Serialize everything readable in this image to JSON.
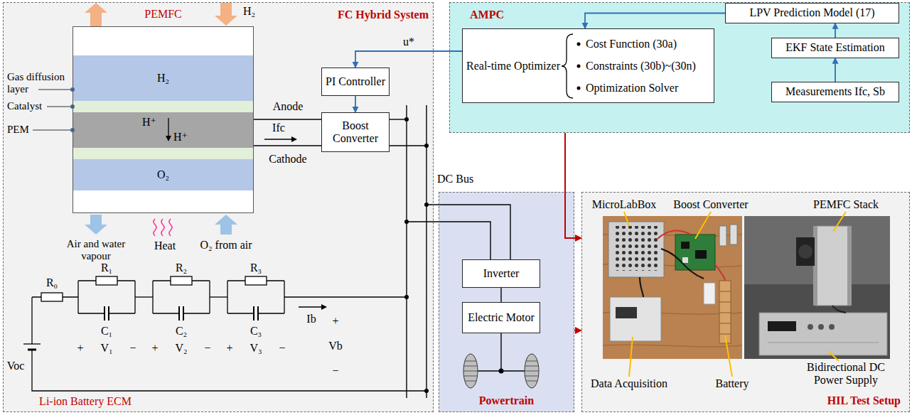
{
  "diagram": {
    "nodes": [
      {
        "text": [
          "FC Hybrid System"
        ]
      },
      {
        "text": [
          "PEMFC"
        ],
        "in": 0
      },
      {
        "text": [
          "H₂"
        ],
        "in": 1
      },
      {
        "text": [
          "H⁺",
          "H⁺"
        ],
        "in": 1
      },
      {
        "text": [
          "O₂"
        ],
        "in": 1
      },
      {
        "text": [
          "PI Controller"
        ],
        "in": 0
      },
      {
        "text": [
          "Boost Converter"
        ],
        "in": 0
      },
      {
        "text": [
          "AMPC"
        ]
      },
      {
        "text": [
          "Real-time Optimizer",
          "Cost Function (30a)",
          "Constraints (30b)~(30n)",
          "Optimization Solver"
        ],
        "in": 7
      },
      {
        "text": [
          "LPV Prediction Model (17)"
        ],
        "in": 7
      },
      {
        "text": [
          "EKF State Estimation"
        ],
        "in": 7
      },
      {
        "text": [
          "Measurements Ifc, Sb"
        ],
        "in": 7
      },
      {
        "text": [
          "Powertrain"
        ]
      },
      {
        "text": [
          "Inverter"
        ],
        "in": 12
      },
      {
        "text": [
          "Electric Motor"
        ],
        "in": 12
      },
      {
        "text": [
          "HIL Test Setup"
        ]
      }
    ],
    "edges": [
      {
        "from": 1,
        "to": 6,
        "arrow": "none"
      },
      {
        "from": 8,
        "to": 5,
        "arrow": "to",
        "label": "u*"
      },
      {
        "from": 5,
        "to": 6,
        "arrow": "to"
      },
      {
        "from": 9,
        "to": 8,
        "arrow": "to"
      },
      {
        "from": 10,
        "to": 9,
        "arrow": "to"
      },
      {
        "from": 11,
        "to": 10,
        "arrow": "to"
      },
      {
        "from": 13,
        "to": 14,
        "arrow": "none"
      },
      {
        "from": 7,
        "to": 15,
        "arrow": "to"
      },
      {
        "from": 12,
        "to": 15,
        "arrow": "to"
      }
    ],
    "labels": [
      "Gas diffusion layer",
      "Catalyst",
      "PEM",
      "H₂",
      "Anode",
      "Cathode",
      "Ifc",
      "Air and water vapour",
      "Heat",
      "O₂ from air",
      "R₀",
      "R₁",
      "C₁",
      "R₂",
      "C₂",
      "R₃",
      "C₃",
      "Voc",
      "+",
      "V₁",
      "−",
      "+",
      "V₂",
      "−",
      "+",
      "V₃",
      "−",
      "Ib",
      "+",
      "Vb",
      "−",
      "Li-ion Battery ECM",
      "DC Bus",
      "MicroLabBox",
      "Boost Converter",
      "PEMFC Stack",
      "Data Acquisition",
      "Battery",
      "Bidirectional DC Power Supply"
    ]
  }
}
